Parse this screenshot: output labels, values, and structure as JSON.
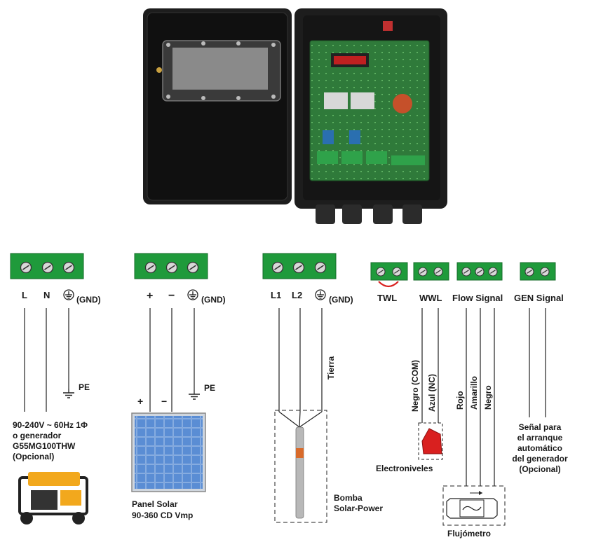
{
  "terminals": {
    "power": {
      "labels": [
        "L",
        "N"
      ],
      "gnd": "(GND)",
      "pe": "PE",
      "desc": [
        "90-240V ~ 60Hz 1Φ",
        "o generador",
        "G55MG100THW",
        "(Opcional)"
      ]
    },
    "solar": {
      "labels": [
        "+",
        "−"
      ],
      "gnd": "(GND)",
      "pe": "PE",
      "wire_plus": "+",
      "wire_minus": "−",
      "desc": [
        "Panel Solar",
        "90-360 CD Vmp"
      ]
    },
    "pump": {
      "labels": [
        "L1",
        "L2"
      ],
      "gnd": "(GND)",
      "ground_wire": "Tierra",
      "desc": [
        "Bomba",
        "Solar-Power"
      ]
    },
    "twl": {
      "label": "TWL"
    },
    "wwl": {
      "label": "WWL",
      "wires": [
        "Negro (COM)",
        "Azul (NC)"
      ],
      "desc": "Electroniveles"
    },
    "flow": {
      "label": "Flow Signal",
      "wires": [
        "Rojo",
        "Amarillo",
        "Negro"
      ],
      "desc": "Flujómetro"
    },
    "gen": {
      "label": "GEN Signal",
      "desc": [
        "Señal para",
        "el arranque",
        "automático",
        "del generador",
        "(Opcional)"
      ]
    }
  },
  "colors": {
    "terminal_green": "#1f9a3b",
    "float_red": "#d9201f",
    "panel_blue": "#4a7cc0",
    "box_black": "#1c1c1c"
  }
}
